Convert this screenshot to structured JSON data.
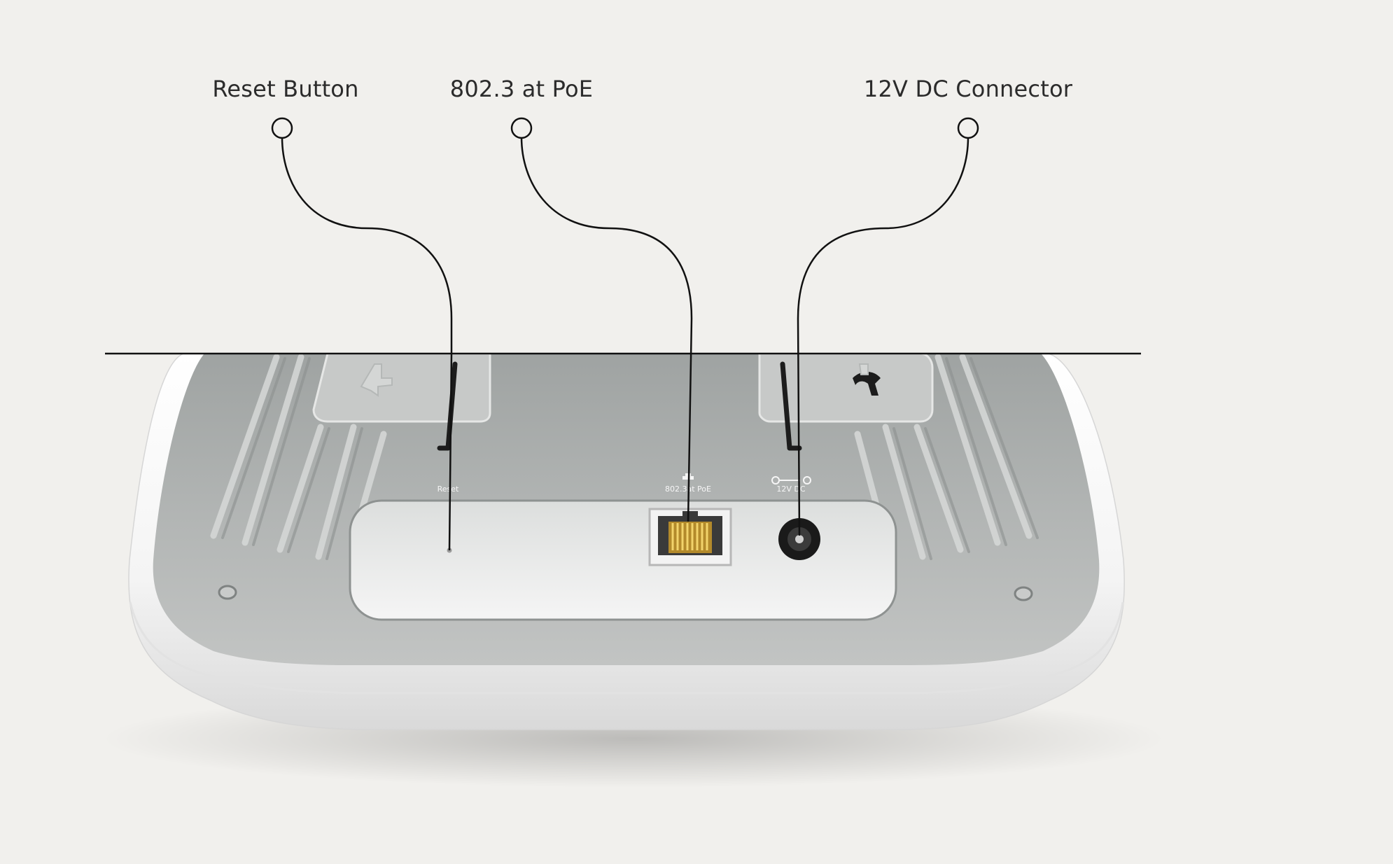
{
  "callouts": [
    {
      "id": "reset",
      "label": "Reset Button"
    },
    {
      "id": "poe",
      "label": "802.3 at PoE"
    },
    {
      "id": "dc",
      "label": "12V DC Connector"
    }
  ],
  "device": {
    "reset_marking": "Reset",
    "poe_marking": "802.3at PoE",
    "dc_marking": "12V DC"
  },
  "colors": {
    "background": "#f1f0ed",
    "leader_line": "#111111",
    "device_shell": "#ffffff",
    "device_panel": "#a9adac"
  }
}
